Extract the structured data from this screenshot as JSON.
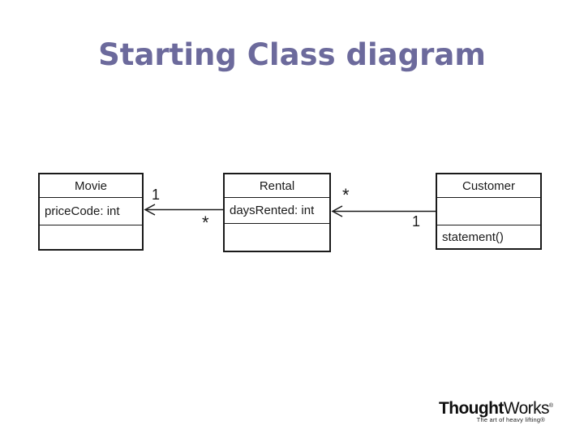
{
  "slide": {
    "title": "Starting Class diagram",
    "title_color": "#6c6a9c",
    "background_color": "#ffffff"
  },
  "diagram": {
    "type": "uml-class-diagram",
    "line_color": "#1a1a1a",
    "classes": [
      {
        "name": "Movie",
        "attributes": [
          "priceCode: int"
        ],
        "methods": []
      },
      {
        "name": "Rental",
        "attributes": [
          "daysRented: int"
        ],
        "methods": []
      },
      {
        "name": "Customer",
        "attributes": [],
        "methods": [
          "statement()"
        ]
      }
    ],
    "associations": [
      {
        "source": "Rental",
        "target": "Movie",
        "arrow_style": "open-arrowhead-at-target",
        "source_multiplicity": "*",
        "target_multiplicity": "1"
      },
      {
        "source": "Customer",
        "target": "Rental",
        "arrow_style": "open-arrowhead-at-target",
        "source_multiplicity": "1",
        "target_multiplicity": "*"
      }
    ]
  },
  "logo": {
    "brand_bold": "Thought",
    "brand_regular": "Works",
    "registered_mark": "®",
    "tagline": "The art of heavy lifting®",
    "color": "#0f0f0f"
  }
}
